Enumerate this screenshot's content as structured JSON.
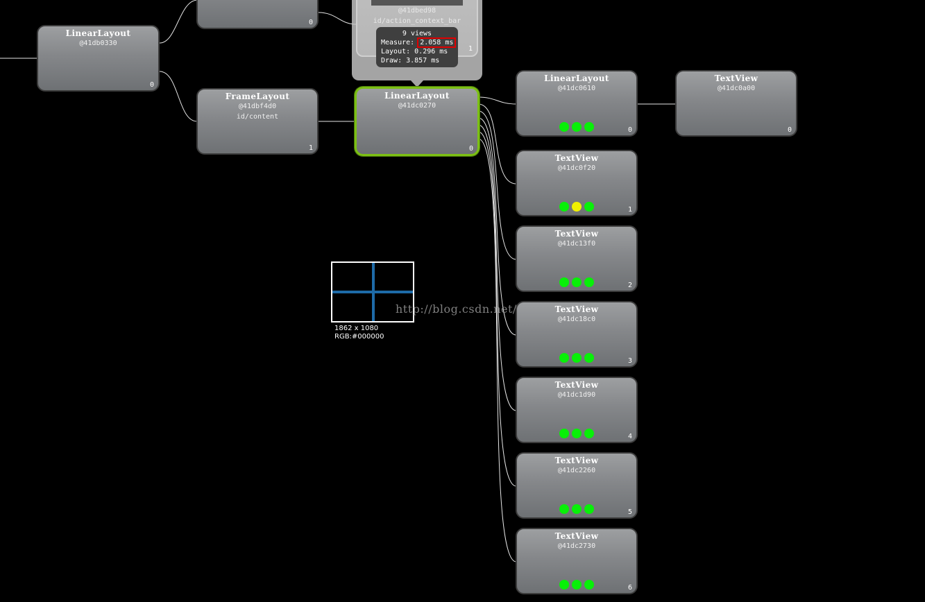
{
  "nodes": {
    "root_linear": {
      "title": "LinearLayout",
      "id": "@41db0330",
      "index": "0"
    },
    "top_node": {
      "index": "0"
    },
    "frame": {
      "title": "FrameLayout",
      "id": "@41dbf4d0",
      "res_id": "id/content",
      "index": "1"
    },
    "selected": {
      "title": "LinearLayout",
      "id": "@41dc0270",
      "index": "0"
    },
    "child_linear": {
      "title": "LinearLayout",
      "id": "@41dc0610",
      "index": "0"
    },
    "grandchild_text": {
      "title": "TextView",
      "id": "@41dc0a00",
      "index": "0"
    },
    "text_children": [
      {
        "title": "TextView",
        "id": "@41dc0f20",
        "index": "1"
      },
      {
        "title": "TextView",
        "id": "@41dc13f0",
        "index": "2"
      },
      {
        "title": "TextView",
        "id": "@41dc18c0",
        "index": "3"
      },
      {
        "title": "TextView",
        "id": "@41dc1d90",
        "index": "4"
      },
      {
        "title": "TextView",
        "id": "@41dc2260",
        "index": "5"
      },
      {
        "title": "TextView",
        "id": "@41dc2730",
        "index": "6"
      }
    ]
  },
  "tooltip": {
    "ghost_id": "@41dbed98",
    "ghost_res_id": "id/action_context_bar",
    "ghost_index": "1",
    "views": "9 views",
    "measure_label": "Measure:",
    "measure_value": "2.058 ms",
    "layout": "Layout: 0.296 ms",
    "draw": "Draw: 3.857 ms"
  },
  "preview": {
    "size": "1862 x 1080",
    "rgb": "RGB:#000000"
  },
  "watermark": "http://blog.csdn.net/",
  "colors": {
    "green": "#08f008",
    "yellow": "#f0f000",
    "selected_border": "#7cc014",
    "highlight": "#e00000"
  }
}
